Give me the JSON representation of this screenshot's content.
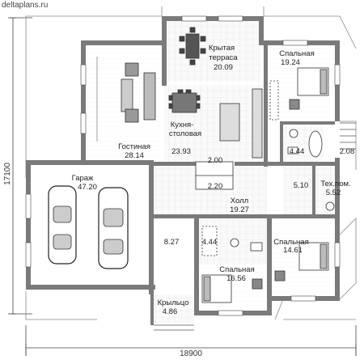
{
  "site": "deltaplans.ru",
  "dimensions": {
    "width": "18900",
    "depth": "17100"
  },
  "rooms": {
    "terrace": {
      "name1": "Крытая",
      "name2": "терраса",
      "area": "20.09"
    },
    "bedroom1": {
      "name": "Спальная",
      "area": "19.24"
    },
    "living": {
      "name": "Гостиная",
      "area": "28.14"
    },
    "kitchen": {
      "name1": "Кухня-",
      "name2": "столовая",
      "area": "23.93"
    },
    "bath1": {
      "area": "4.44"
    },
    "closet1": {
      "area": "2.08"
    },
    "closet2": {
      "area": "2.00"
    },
    "closet3": {
      "area": "2.20"
    },
    "garage": {
      "name": "Гараж",
      "area": "47.20"
    },
    "hall": {
      "name": "Холл",
      "area": "19.27"
    },
    "room510": {
      "area": "5.10"
    },
    "tech": {
      "name": "Тех.пом.",
      "area": "5.52"
    },
    "room827": {
      "area": "8.27"
    },
    "bath2": {
      "area": "4.44"
    },
    "bedroom2": {
      "name": "Спальная",
      "area": "16.56"
    },
    "bedroom3": {
      "name": "Спальная",
      "area": "14.61"
    },
    "porch": {
      "name": "Крыльцо",
      "area": "4.86"
    }
  }
}
